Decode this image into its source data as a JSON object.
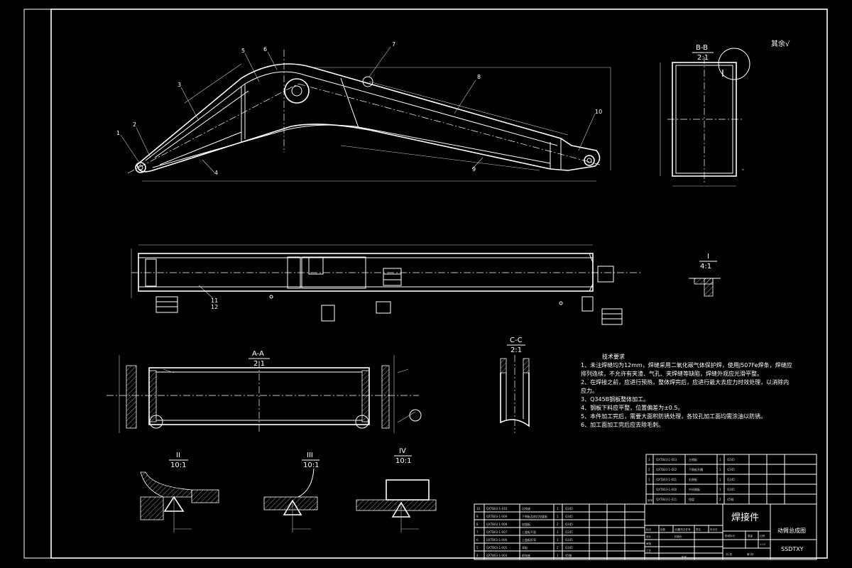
{
  "surface_mark": "其余√",
  "views": {
    "bb": {
      "title": "B-B",
      "scale": "2:1"
    },
    "aa": {
      "title": "A-A",
      "scale": "2:1"
    },
    "cc": {
      "title": "C-C",
      "scale": "2:1"
    },
    "detail_i": {
      "title": "I",
      "scale": "4:1",
      "callout": "I"
    },
    "detail_ii": {
      "title": "II",
      "scale": "10:1"
    },
    "detail_iii": {
      "title": "III",
      "scale": "10:1"
    },
    "detail_iv": {
      "title": "IV",
      "scale": "10:1"
    }
  },
  "balloons": [
    "1",
    "2",
    "3",
    "4",
    "5",
    "6",
    "7",
    "8",
    "9",
    "10",
    "11",
    "12"
  ],
  "tech_notes": {
    "title": "技术要求",
    "lines": [
      "1、未注焊缝均为12mm，焊缝采用二氧化碳气体保护焊，使用J507Fe焊条，焊缝应",
      "排列连续，不允许有夹渣、气孔、夹焊缝等缺陷，焊缝外观应光滑平整。",
      "2、在焊接之前，应进行预热，整体焊完后，应进行最大去应力时效处理，以消除内",
      "应力。",
      "3、Q345B钢板整体加工。",
      "4、钢板下料应平整，位置偏差为±0.5。",
      "5、本件加工完后，需要大面积防锈处理，各铰孔加工面均需涂油以防锈。",
      "6、加工面加工完后应去除毛刺。"
    ]
  },
  "title_block": {
    "name": "焊接件",
    "drawing_title": "动臂总成图",
    "code": "SSDTXY",
    "scale_label": "1:10",
    "rows": [
      {
        "no": "10",
        "code": "QXTB03-1-010",
        "name": "后铰座",
        "qty": "1",
        "mat": "Q345"
      },
      {
        "no": "9",
        "code": "QXTB03-1-009",
        "name": "下侧板及前后铰盖板",
        "qty": "1",
        "mat": "Q345"
      },
      {
        "no": "8",
        "code": "QXTB03-1-008",
        "name": "加强板",
        "qty": "2",
        "mat": "Q345"
      },
      {
        "no": "7",
        "code": "QXTB03-1-007",
        "name": "上盖板平面",
        "qty": "1",
        "mat": "Q345"
      },
      {
        "no": "6",
        "code": "QXTB03-1-006",
        "name": "上盖板折弯",
        "qty": "1",
        "mat": "Q345"
      },
      {
        "no": "5",
        "code": "QXTB03-1-005",
        "name": "耳板",
        "qty": "2",
        "mat": "Q345"
      },
      {
        "no": "4",
        "code": "QXTB03-1-004",
        "name": "前铰座",
        "qty": "1",
        "mat": "45钢"
      }
    ],
    "upper_rows": [
      {
        "no": "3",
        "code": "QXTB03-1-003",
        "name": "左侧板",
        "qty": "1",
        "mat": "Q345"
      },
      {
        "no": "2",
        "code": "QXTB03-1-002",
        "name": "下侧板开槽",
        "qty": "1",
        "mat": "Q345"
      },
      {
        "no": "1",
        "code": "QXTB03-1-001",
        "name": "右侧板",
        "qty": "1",
        "mat": "Q345"
      },
      {
        "no": "",
        "code": "QXTB03-1-000",
        "name": "中间隔板",
        "qty": "1",
        "mat": "Q345"
      },
      {
        "no": "",
        "code": "QXTB03-1-011",
        "name": "铰盘",
        "qty": "2",
        "mat": "45钢"
      }
    ],
    "header": [
      "序号",
      "代号",
      "名称",
      "数量",
      "材料",
      "单件",
      "总计",
      "备注"
    ],
    "sign_labels": [
      "标记",
      "处数",
      "分区",
      "更改文件号",
      "签名",
      "年月日"
    ],
    "role_labels": [
      "设计",
      "审核",
      "工艺",
      "标准化",
      "批准"
    ],
    "stage_labels": [
      "阶段标记",
      "重量",
      "比例"
    ],
    "sheet_labels": [
      "共1张",
      "第1张"
    ]
  }
}
